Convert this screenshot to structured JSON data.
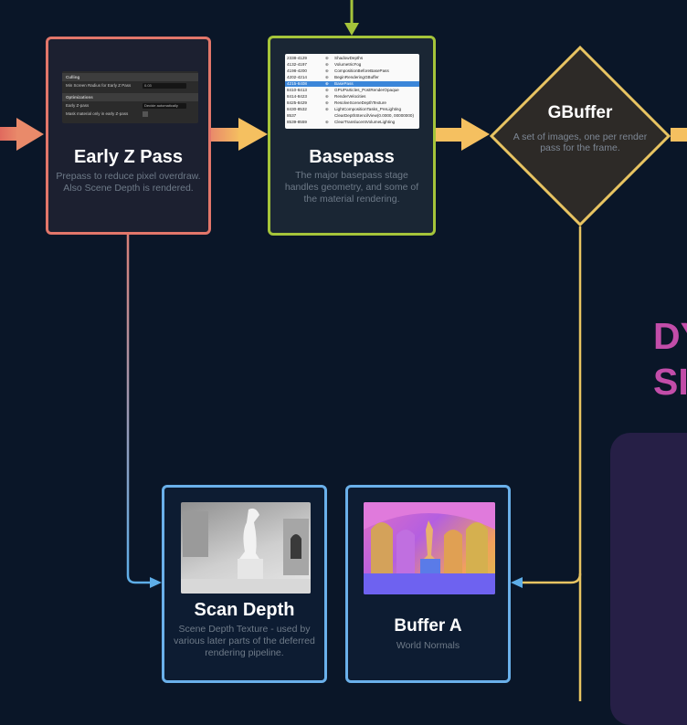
{
  "nodes": {
    "early_z": {
      "title": "Early Z Pass",
      "description": "Prepass to reduce pixel overdraw. Also Scene Depth is rendered.",
      "thumbnail": {
        "sections": [
          {
            "header": "Culling",
            "rows": [
              {
                "label": "Min Screen Radius for Early Z Pass",
                "value": "0.03"
              }
            ]
          },
          {
            "header": "Optimizations",
            "rows": [
              {
                "label": "Early Z-pass",
                "value": "Decide automatically"
              },
              {
                "label": "Mask material only in early Z-pass",
                "value": ""
              }
            ]
          }
        ]
      }
    },
    "basepass": {
      "title": "Basepass",
      "description": "The major basepass stage handles geometry, and some of the material rendering.",
      "thumbnail": {
        "rows": [
          {
            "range": "2338-4129",
            "name": "ShadowDepths"
          },
          {
            "range": "4132-4197",
            "name": "VolumetricFog"
          },
          {
            "range": "4198-4200",
            "name": "CompositionBeforeBasePass"
          },
          {
            "range": "4202-4214",
            "name": "BeginRenderingGBuffer"
          },
          {
            "range": "4215-8408",
            "name": "BasePass",
            "selected": true
          },
          {
            "range": "8410-8413",
            "name": "GPUParticles_PostRenderOpaque"
          },
          {
            "range": "8414-8423",
            "name": "RenderVelocities"
          },
          {
            "range": "8425-8429",
            "name": "ResolveSceneDepthTexture"
          },
          {
            "range": "8430-8532",
            "name": "LightCompositionTasks_PreLighting"
          },
          {
            "range": "8537",
            "name": "ClearDepthStencilView(0.0000, 00000000)"
          },
          {
            "range": "8539-8559",
            "name": "ClearTranslucentVolumeLighting"
          }
        ]
      }
    },
    "gbuffer": {
      "title": "GBuffer",
      "description": "A set of images, one per render pass for the frame."
    },
    "scan_depth": {
      "title": "Scan Depth",
      "description": "Scene Depth Texture - used by various later parts of the deferred rendering pipeline."
    },
    "buffer_a": {
      "title": "Buffer A",
      "description": "World Normals"
    }
  },
  "side_heading": "DY\nSI",
  "colors": {
    "background": "#0a1628",
    "early_z_border": "#e2766a",
    "basepass_border": "#a5c43a",
    "gbuffer_border": "#e8c462",
    "buffer_border": "#6ab0ea",
    "flow_arrow": "#f5c060",
    "heading": "#c24da9"
  }
}
